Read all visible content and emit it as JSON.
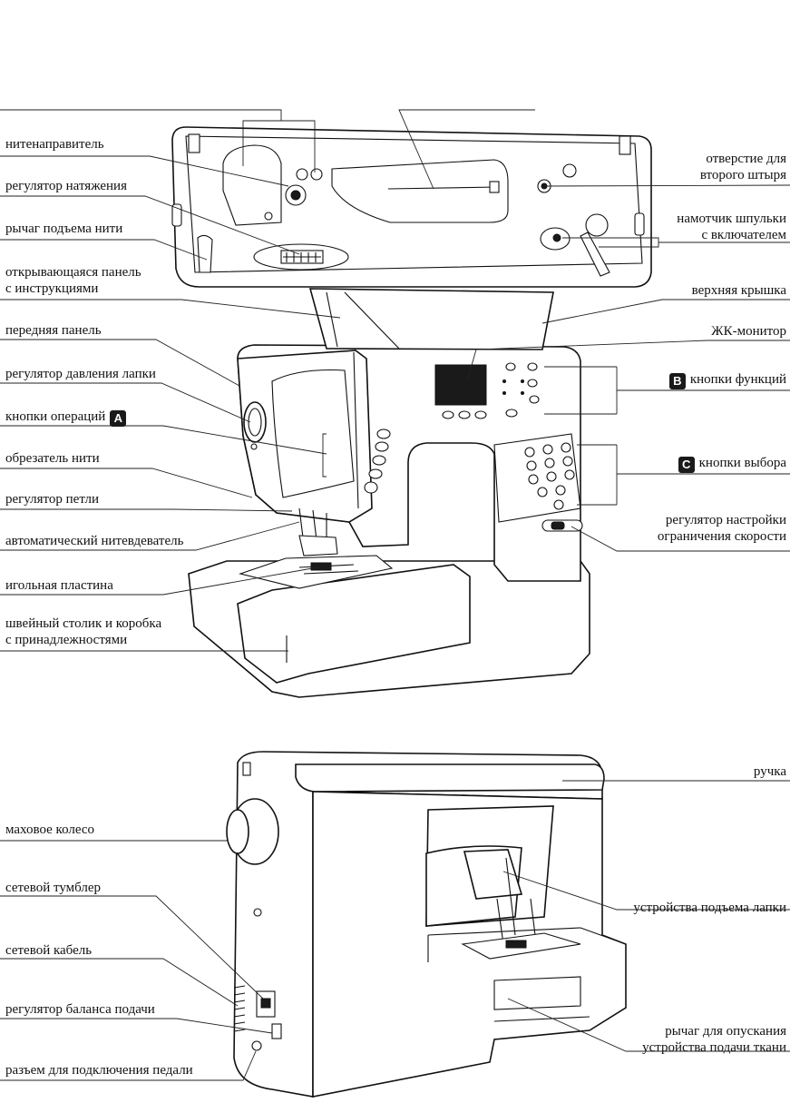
{
  "top_figure": {
    "labels_left": {
      "thread_guide": "нитенаправитель",
      "tension_dial": "регулятор натяжения",
      "take_up_lever": "рычаг подъема нити",
      "instruction_panel_line1": "открывающаяся панель",
      "instruction_panel_line2": "с инструкциями",
      "front_panel": "передняя панель",
      "presser_pressure": "регулятор давления лапки",
      "operation_buttons": "кнопки операций",
      "thread_cutter": "обрезатель нити",
      "buttonhole_lever": "регулятор петли",
      "needle_threader": "автоматический нитевдеватель",
      "needle_plate": "игольная пластина",
      "extension_table_line1": "швейный столик и коробка",
      "extension_table_line2": "с принадлежностями"
    },
    "labels_right": {
      "spool_pin_hole_line1": "отверстие для",
      "spool_pin_hole_line2": "второго штыря",
      "bobbin_winder_line1": "намотчик шпульки",
      "bobbin_winder_line2": "с включателем",
      "top_cover": "верхняя крышка",
      "lcd_monitor": "ЖК-монитор",
      "function_buttons": "кнопки функций",
      "selection_buttons": "кнопки выбора",
      "speed_limit_line1": "регулятор настройки",
      "speed_limit_line2": "ограничения скорости"
    },
    "badges": {
      "operation": "A",
      "function": "B",
      "selection": "C"
    }
  },
  "bottom_figure": {
    "labels_left": {
      "handwheel": "маховое колесо",
      "power_switch": "сетевой тумблер",
      "power_cord": "сетевой кабель",
      "feed_balance": "регулятор баланса подачи",
      "pedal_jack": "разъем для подключения педали"
    },
    "labels_right": {
      "handle": "ручка",
      "presser_lifter": "устройства подъема лапки",
      "feed_drop_line1": "рычаг для опускания",
      "feed_drop_line2": "устройства подачи ткани"
    }
  }
}
